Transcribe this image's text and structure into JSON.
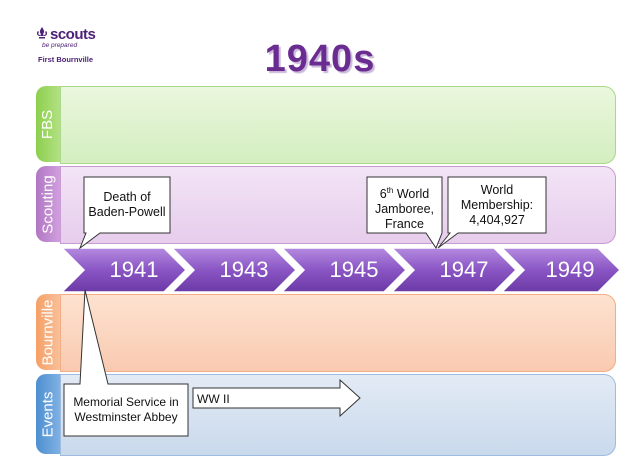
{
  "logo": {
    "word": "scouts",
    "tagline": "be prepared",
    "group": "First Bournville"
  },
  "title": "1940s",
  "lanes": [
    {
      "label": "FBS"
    },
    {
      "label": "Scouting"
    },
    {
      "label": "Bournville"
    },
    {
      "label": "Events"
    }
  ],
  "years": [
    "1941",
    "1943",
    "1945",
    "1947",
    "1949"
  ],
  "callouts": {
    "death": {
      "line1": "Death of",
      "line2": "Baden-Powell"
    },
    "jamboree": {
      "sup": "th",
      "num": "6",
      "line1": " World",
      "line2": "Jamboree,",
      "line3": "France"
    },
    "membership": {
      "line1": "World",
      "line2": "Membership:",
      "line3": "4,404,927"
    },
    "memorial": {
      "line1": "Memorial Service in",
      "line2": "Westminster Abbey"
    }
  },
  "events": {
    "wwii": "WW II"
  },
  "colors": {
    "title": "#6a2c91",
    "chevron": "#8a55c4",
    "fbs": "#8ccf4d",
    "scouting": "#b176c4",
    "bournville": "#f5a066",
    "events": "#4d8fd0"
  }
}
